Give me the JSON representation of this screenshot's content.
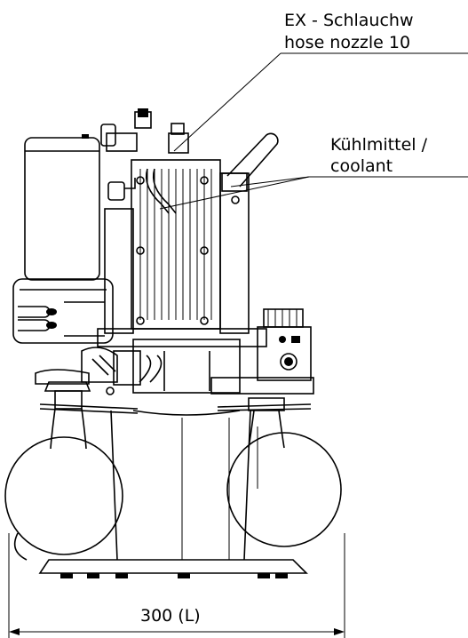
{
  "callouts": {
    "exhaust_line1": "EX - Schlauchw",
    "exhaust_line2": "hose nozzle 10",
    "coolant_line1": "Kühlmittel /",
    "coolant_line2": "coolant"
  },
  "dimension": {
    "width_label": "300 (L)"
  }
}
